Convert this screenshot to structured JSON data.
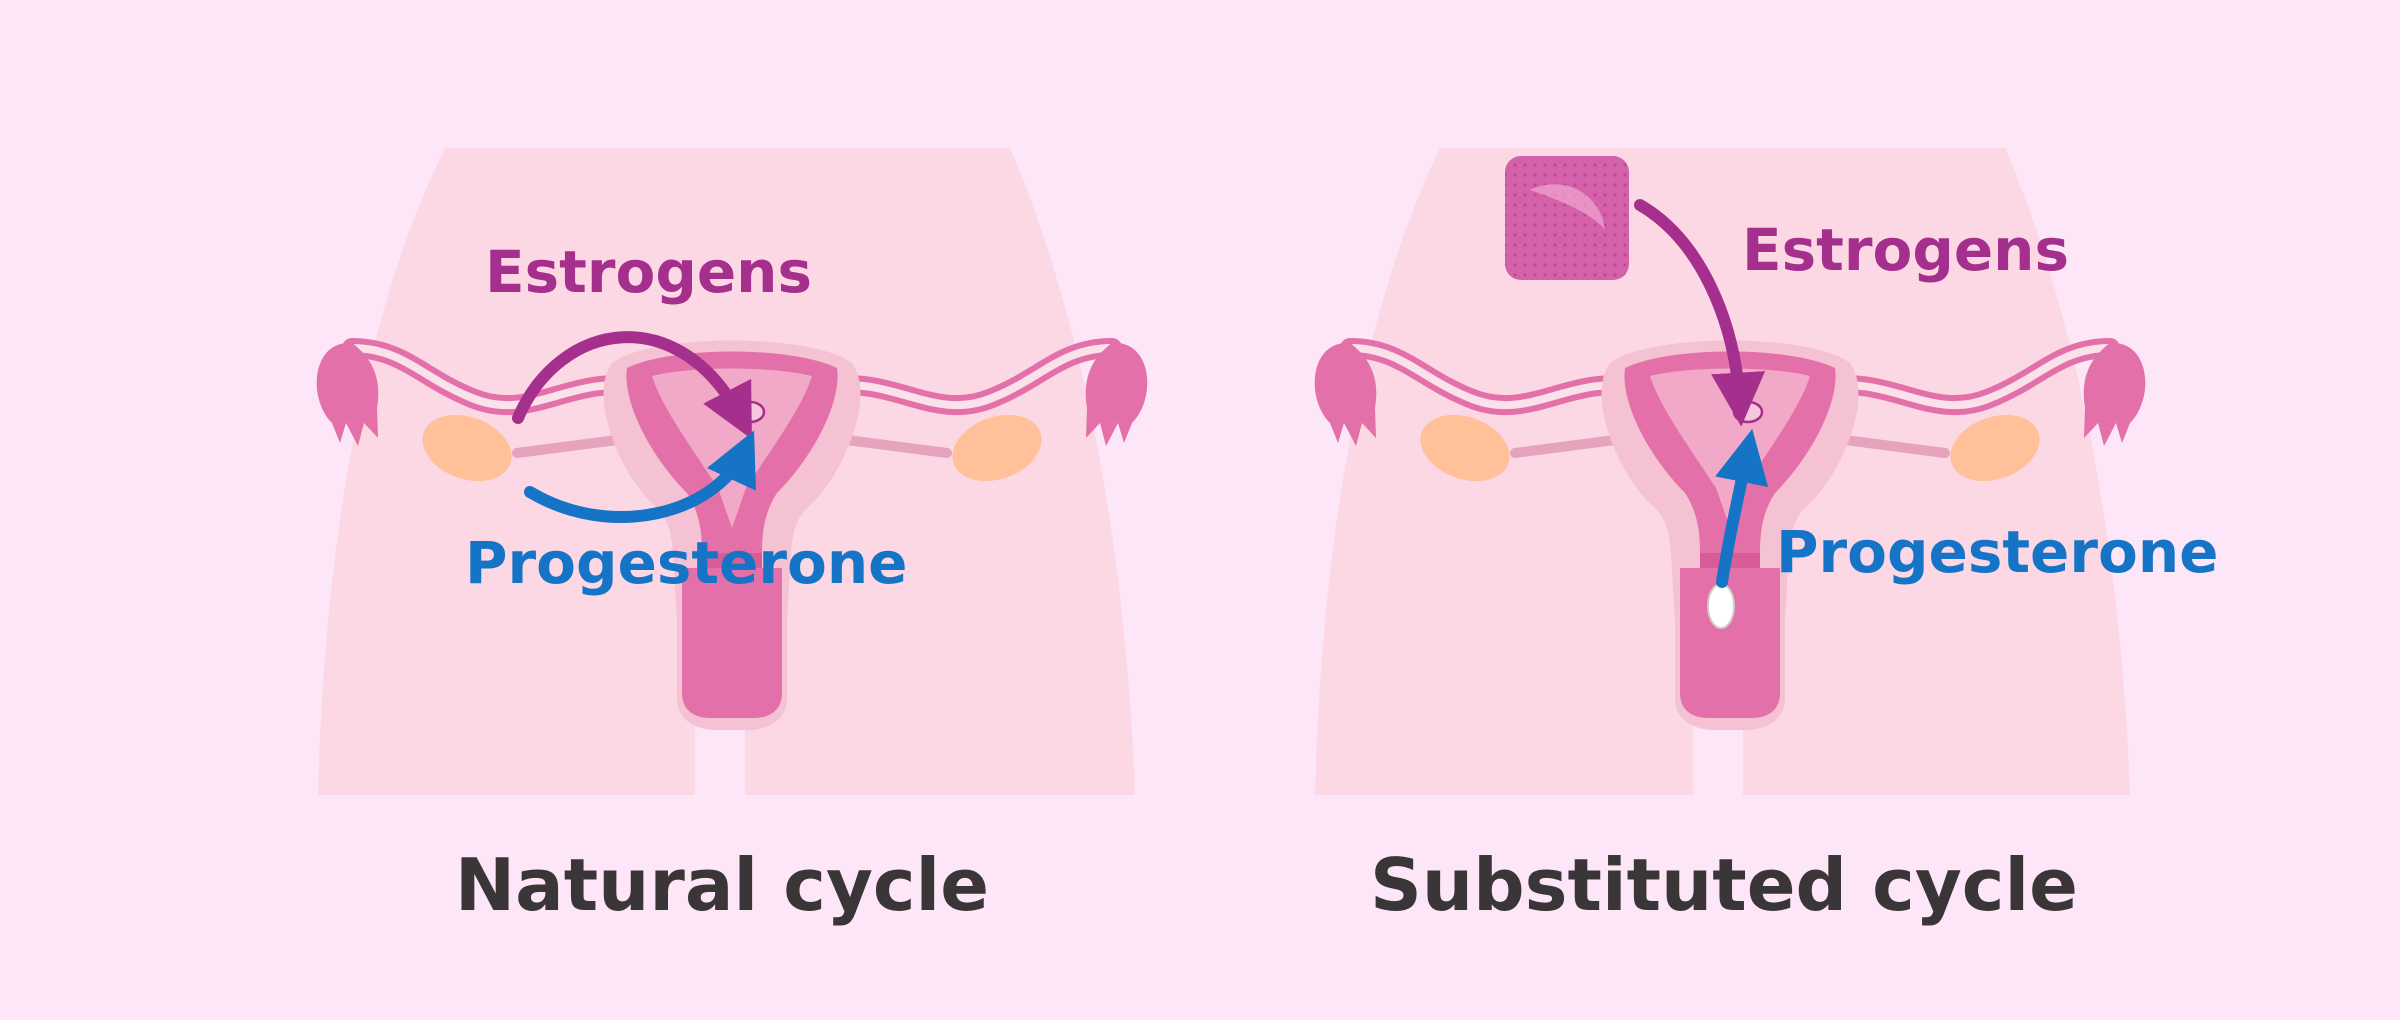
{
  "panels": [
    {
      "id": "natural",
      "caption": "Natural cycle",
      "estrogen_label": "Estrogens",
      "progesterone_label": "Progesterone"
    },
    {
      "id": "substituted",
      "caption": "Substituted cycle",
      "estrogen_label": "Estrogens",
      "progesterone_label": "Progesterone"
    }
  ],
  "colors": {
    "background": "#fde6f7",
    "body_silhouette": "#fbd8e4",
    "uterus_outer": "#f4c2d2",
    "uterus_inner": "#e370a8",
    "ovary": "#ffc09a",
    "estrogen": "#a52f8c",
    "progesterone": "#1674c7",
    "caption": "#3a3536",
    "patch": "#d561ab"
  },
  "icons": [
    "uterus-icon",
    "ovary-icon",
    "estrogen-patch-icon",
    "vaginal-pessary-icon"
  ]
}
